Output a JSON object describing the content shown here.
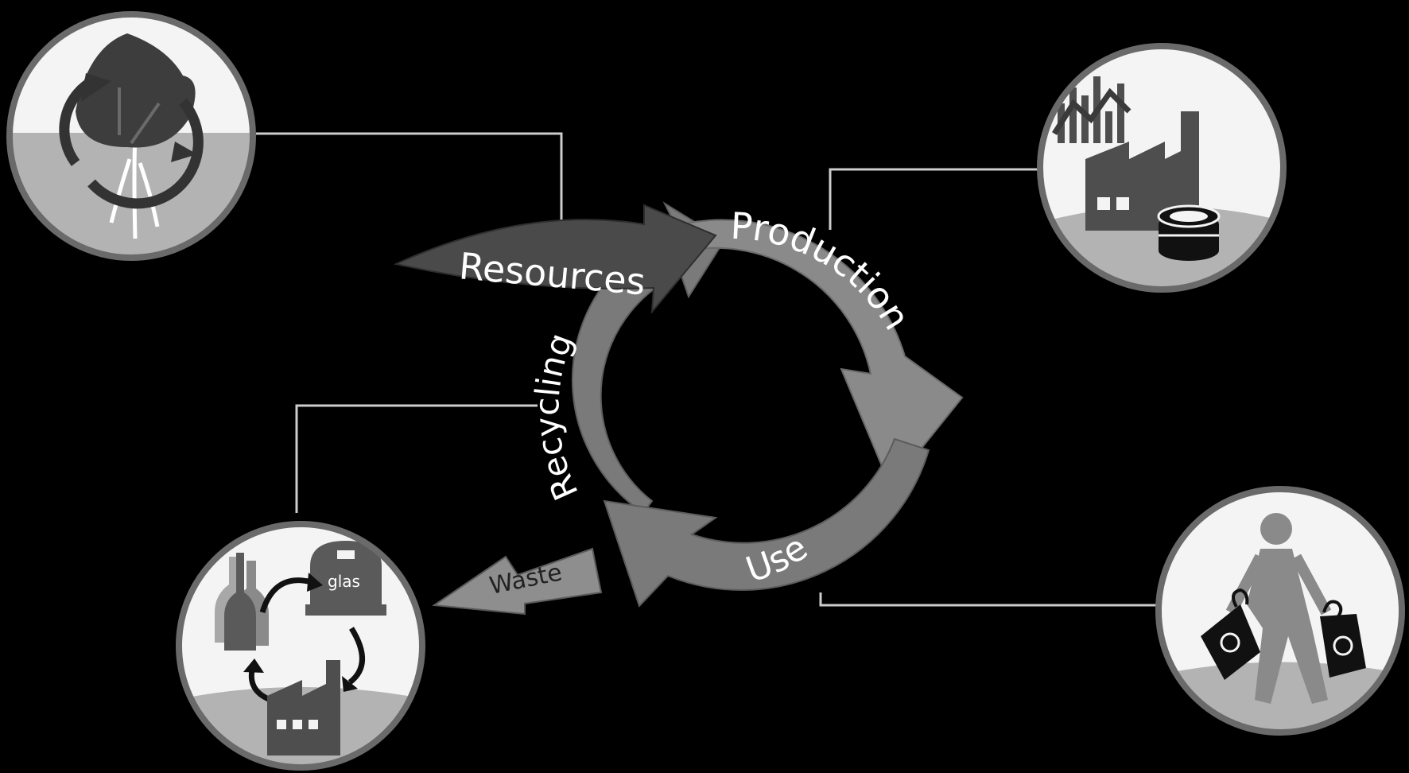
{
  "diagram": {
    "stages": {
      "resources": "Resources",
      "production": "Production",
      "use": "Use",
      "recycling": "Recycling",
      "waste": "Waste"
    },
    "icons": {
      "resources": "plant-cycle-icon",
      "production": "factory-chart-coins-icon",
      "use": "shopper-recycle-bags-icon",
      "recycling": "glass-recycling-icon"
    },
    "bin_label": "glas",
    "colors": {
      "background": "#000000",
      "arrow_dark": "#4a4a4a",
      "arrow_mid": "#7a7a7a",
      "arrow_light": "#8e8e8e",
      "icon_sky": "#f4f4f4",
      "icon_ground": "#b3b3b3",
      "icon_dark": "#3a3a3a",
      "connector": "#cccccc"
    }
  }
}
